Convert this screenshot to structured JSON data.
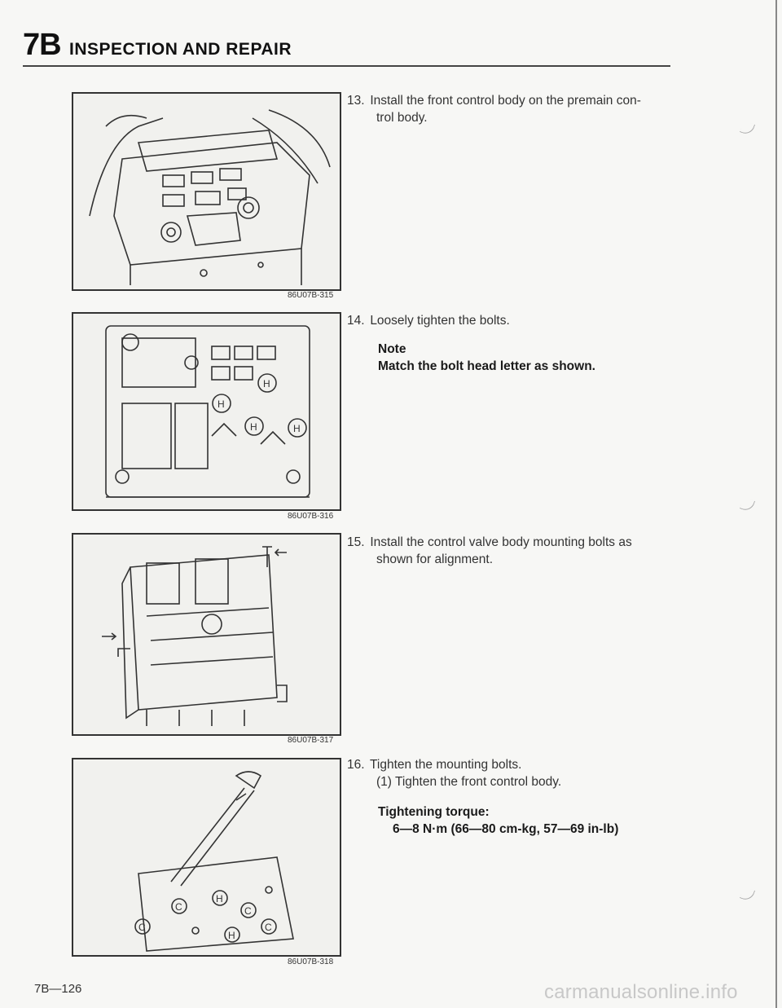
{
  "header": {
    "section": "7B",
    "title": "INSPECTION AND REPAIR"
  },
  "figures": [
    {
      "code": "86U07B-315"
    },
    {
      "code": "86U07B-316"
    },
    {
      "code": "86U07B-317"
    },
    {
      "code": "86U07B-318"
    }
  ],
  "steps": {
    "s13": {
      "num": "13.",
      "line1": "Install the front control body on the premain con-",
      "line2": "trol body."
    },
    "s14": {
      "num": "14.",
      "line1": "Loosely tighten the bolts.",
      "note_heading": "Note",
      "note_body": "Match the bolt head letter as shown."
    },
    "s15": {
      "num": "15.",
      "line1": "Install the control valve body mounting bolts as",
      "line2": "shown for alignment."
    },
    "s16": {
      "num": "16.",
      "line1": "Tighten the mounting bolts.",
      "sub1": "(1) Tighten the front control body.",
      "torque_heading": "Tightening torque:",
      "torque_value": "6—8 N·m (66—80 cm-kg, 57—69 in-lb)"
    }
  },
  "footer": {
    "page": "7B—126"
  },
  "watermark": "carmanualsonline.info"
}
